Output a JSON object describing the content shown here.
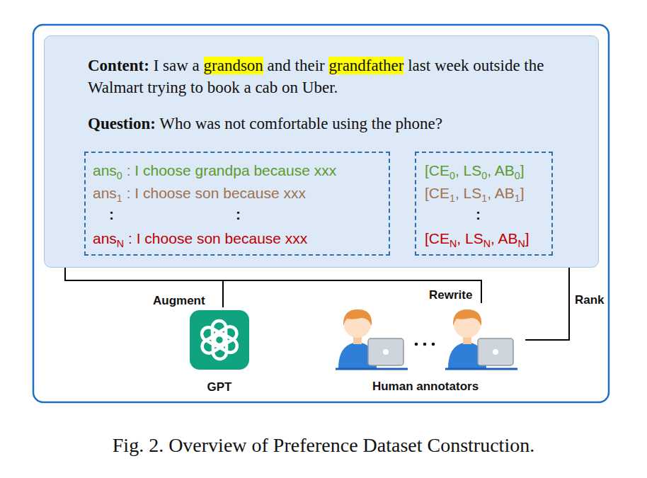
{
  "diagram": {
    "caption": "Fig. 2. Overview of Preference Dataset Construction.",
    "nodes": [
      {
        "text": [
          "Content: I saw a grandson and their grandfather last week outside the Walmart trying to book a cab on Uber.",
          "Question: Who was not comfortable using the phone?"
        ]
      },
      {
        "text": [
          "ans0 : I choose grandpa because xxx",
          "ans1 : I choose son because xxx",
          ":",
          ":",
          "ansN : I choose son because xxx"
        ],
        "in": 0
      },
      {
        "text": [
          "[CE0, LS0, AB0]",
          "[CE1, LS1, AB1]",
          ":",
          "[CEN, LSN, ABN]"
        ],
        "in": 0
      },
      {
        "text": [
          "GPT"
        ]
      },
      {
        "text": [
          "Human annotators"
        ]
      }
    ],
    "edges": [
      {
        "from": 3,
        "to": 1,
        "arrow": "to",
        "label": "Augment"
      },
      {
        "from": 4,
        "to": 1,
        "arrow": "to",
        "label": "Rewrite"
      },
      {
        "from": 4,
        "to": 2,
        "arrow": "to",
        "label": "Rank"
      }
    ]
  }
}
